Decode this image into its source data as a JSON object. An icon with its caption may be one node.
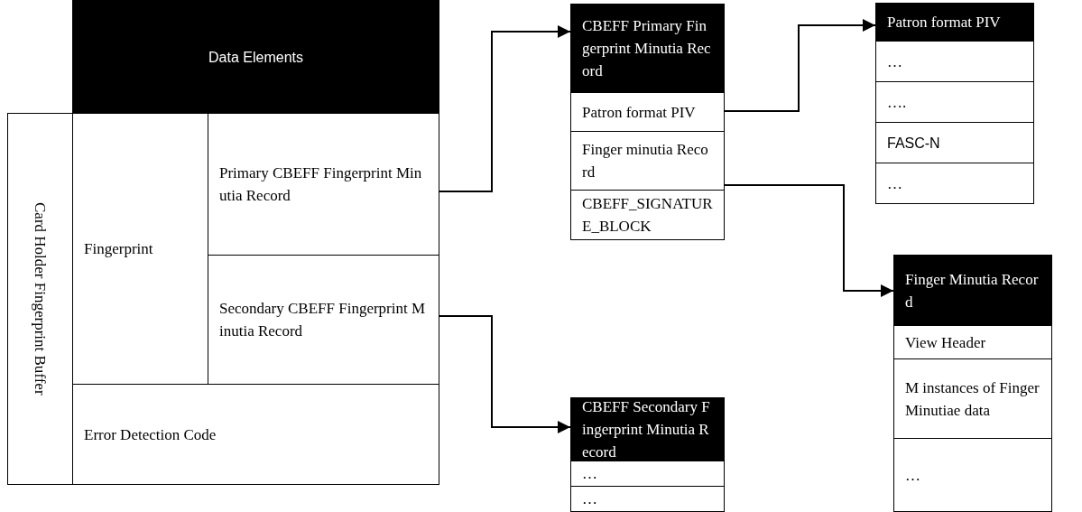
{
  "diagram": {
    "nodes": [
      {
        "text": [
          "Card Holder Fingerprint Buffer"
        ]
      },
      {
        "text": [
          "Data Elements"
        ]
      },
      {
        "text": [
          "Fingerprint"
        ]
      },
      {
        "text": [
          "Primary CBEFF Fingerprint Minutia Record"
        ]
      },
      {
        "text": [
          "Secondary CBEFF Fingerprint Minutia Record"
        ]
      },
      {
        "text": [
          "Error Detection Code"
        ]
      },
      {
        "text": [
          "CBEFF Primary Fingerprint Minutia Record"
        ]
      },
      {
        "text": [
          "Patron format PIV"
        ]
      },
      {
        "text": [
          "Finger minutia Record"
        ]
      },
      {
        "text": [
          "CBEFF_SIGNATURE_BLOCK"
        ]
      },
      {
        "text": [
          "Patron format PIV"
        ]
      },
      {
        "text": [
          "…"
        ]
      },
      {
        "text": [
          "…."
        ]
      },
      {
        "text": [
          "FASC-N"
        ]
      },
      {
        "text": [
          "…"
        ]
      },
      {
        "text": [
          "CBEFF Secondary Fingerprint Minutia Record"
        ]
      },
      {
        "text": [
          "…"
        ]
      },
      {
        "text": [
          "…"
        ]
      },
      {
        "text": [
          "Finger Minutia Record"
        ]
      },
      {
        "text": [
          "View Header"
        ]
      },
      {
        "text": [
          "M instances of Finger Minutiae data"
        ]
      },
      {
        "text": [
          "…"
        ]
      }
    ],
    "edges": [
      {
        "from": 3,
        "to": 6,
        "arrow": "to"
      },
      {
        "from": 7,
        "to": 10,
        "arrow": "to"
      },
      {
        "from": 8,
        "to": 18,
        "arrow": "to"
      },
      {
        "from": 4,
        "to": 15,
        "arrow": "to"
      }
    ]
  }
}
